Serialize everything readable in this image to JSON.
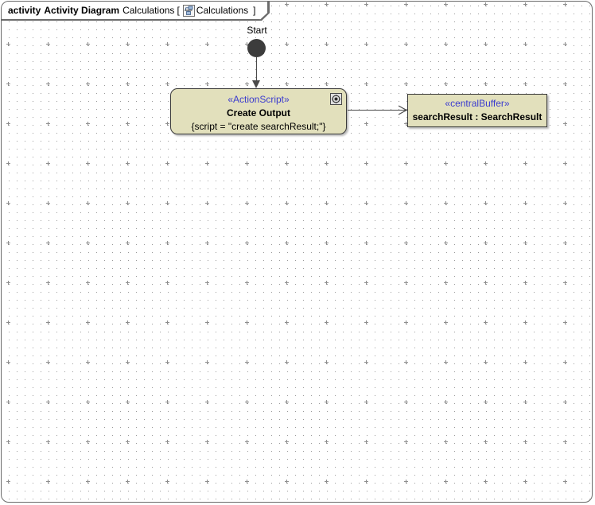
{
  "frame": {
    "kind_label": "activity",
    "diagram_type": "Activity Diagram",
    "diagram_name": "Calculations",
    "open_bracket": "[",
    "icon_name": "activity-diagram-icon",
    "context_name": "Calculations",
    "close_bracket": "]"
  },
  "canvas": {
    "background_color": "#ffffff",
    "grid_dot_color": "#9a9a9a",
    "grid_minor_spacing": 10,
    "grid_major_spacing": 50,
    "border_color": "#6b6b6b"
  },
  "nodes": {
    "start": {
      "label": "Start",
      "type": "initial-node",
      "fill_color": "#3c3c3c"
    },
    "action": {
      "stereotype": "«ActionScript»",
      "name": "Create Output",
      "body": "{script = \"create searchResult;\"}",
      "badge_icon": "script-gear-icon",
      "fill_color": "#e2e0bc",
      "border_color": "#3a3a3a",
      "stereotype_color": "#3b3bcf"
    },
    "buffer": {
      "stereotype": "«centralBuffer»",
      "name": "searchResult : SearchResult",
      "fill_color": "#e2e0bc",
      "border_color": "#3a3a3a",
      "stereotype_color": "#3b3bcf"
    }
  },
  "edges": [
    {
      "name": "start-to-action",
      "from": "start",
      "to": "action",
      "style": "control-flow"
    },
    {
      "name": "action-to-buffer",
      "from": "action",
      "to": "buffer",
      "style": "object-flow"
    }
  ]
}
